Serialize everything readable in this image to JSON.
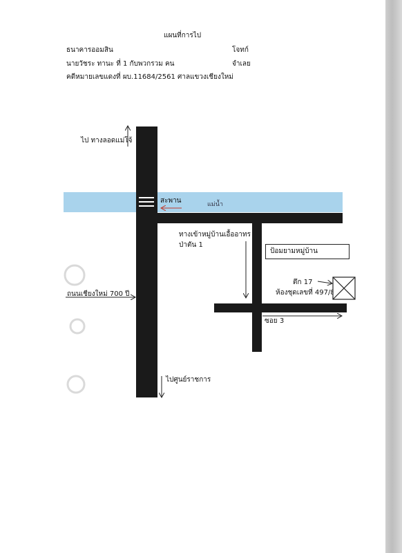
{
  "header": {
    "title": "แผนที่การไป",
    "plaintiff": "ธนาคารออมสิน",
    "plaintiff_role": "โจทก์",
    "defendant": "นายวัชระ  ทานะ  ที่ 1 กับพวกรวม  คน",
    "defendant_role": "จำเลย",
    "case": "คดีหมายเลขแดงที่ ผบ.11684/2561  ศาลแขวงเชียงใหม่"
  },
  "map": {
    "north_label": "ไป  ทางลอดแม่โจ้",
    "bridge_label": "สะพาน",
    "river_label": "แม่น้ำ",
    "village_entrance": "ทางเข้าหมู่บ้านเอื้ออาทร",
    "village_entrance_2": "ป่าตัน 1",
    "guard_post": "ป้อมยามหมู่บ้าน",
    "building": "ตึก 17",
    "unit": "ห้องชุดเลขที่ 497/8",
    "soi": "ซอย 3",
    "road_west": "ถนนเชียงใหม่ 700  ปี",
    "south_label": "ไปศูนย์ราชการ"
  },
  "colors": {
    "river": "#a9d3ec",
    "road": "#1a1a1a",
    "arrow_red": "#c0392b"
  }
}
